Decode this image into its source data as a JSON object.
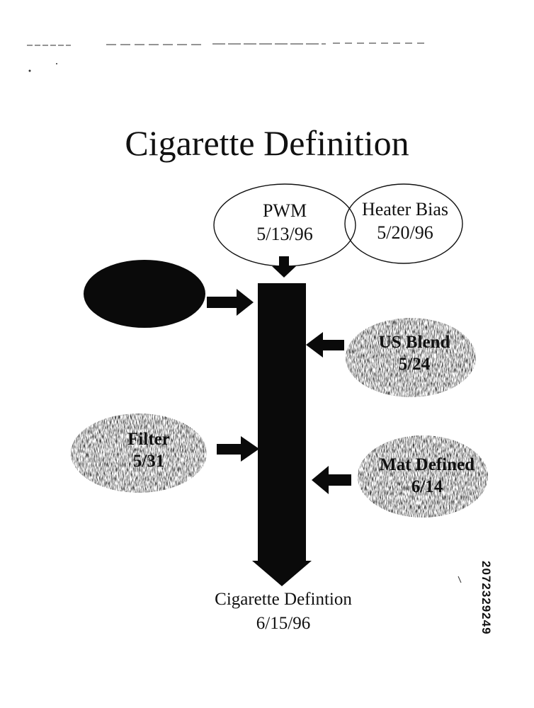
{
  "title": "Cigarette Definition",
  "inputs": {
    "pwm": {
      "label": "PWM",
      "date": "5/13/96"
    },
    "heater_bias": {
      "label": "Heater Bias",
      "date": "5/20/96"
    },
    "us_blend": {
      "label": "US Blend",
      "date": "5/24"
    },
    "filter": {
      "label": "Filter",
      "date": "5/31"
    },
    "mat_defined": {
      "label": "Mat Defined",
      "date": "6/14"
    }
  },
  "result": {
    "label": "Cigarette Defintion",
    "date": "6/15/96"
  },
  "doc_number": "2072329249",
  "colors": {
    "ink": "#111111",
    "paper": "#ffffff"
  }
}
